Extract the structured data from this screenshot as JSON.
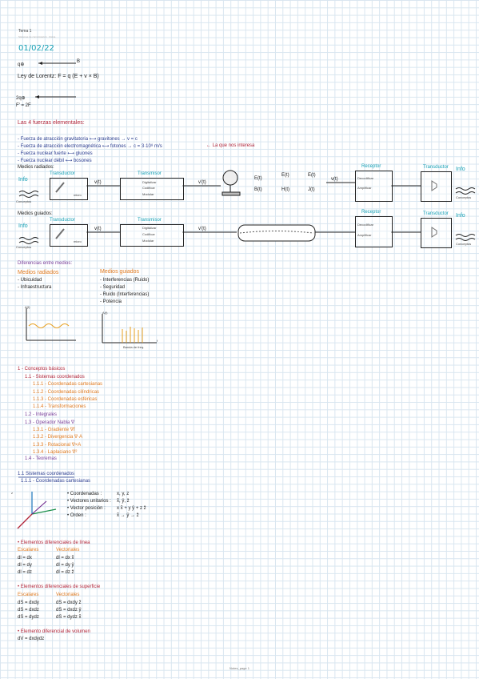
{
  "header": {
    "title": "Tema 1",
    "subtitle": "Sistemas de comunicación · Física"
  },
  "date": "01/02/22",
  "lorentz": {
    "q1": "q⊕",
    "arrow_label": "B",
    "law": "Ley de Lorentz:  F = q (E + v × B)",
    "q2": "2q⊕",
    "f2": "F' = 2F"
  },
  "forces": {
    "title": "Las 4 fuerzas elementales:",
    "items": [
      "- Fuerza de atracción gravitatoria ⟷ gravitones → v = c",
      "- Fuerza de atracción electromagnética ⟷ fotones → c = 3·10⁸ m/s",
      "- Fuerza nuclear fuerte ⟷ gluones",
      "- Fuerza nuclear débil ⟷ bosones"
    ],
    "note": "← La que nos interesa"
  },
  "diagram1": {
    "label": "Medios radiados:",
    "info": "Info",
    "info_sub": "Conceptos",
    "transducer": "Transductor",
    "micro": "micro",
    "signal1": "v(t)",
    "transmitter": "Transmisor",
    "tx_lines": [
      "Digitalizar",
      "Codificar",
      "Modular"
    ],
    "signal2": "v'(t)",
    "vec_a": [
      "E(t)",
      "B(t)"
    ],
    "vec_b": [
      "E(t)",
      "H(t)"
    ],
    "vec_c": [
      "E(t)",
      "J(t)"
    ],
    "signal3": "v(t)",
    "receiver": "Receptor",
    "rx_lines": [
      "Decodificar",
      "Amplificar"
    ],
    "transducer2": "Transductor",
    "info2": "Info",
    "info2_sub": "Conceptos"
  },
  "diagram2": {
    "label": "Medios guiados:",
    "info": "Info",
    "info_sub": "Conceptos",
    "transducer": "Transductor",
    "micro": "micro",
    "signal1": "v(t)",
    "transmitter": "Transmisor",
    "tx_lines": [
      "Digitalizar",
      "Codificar",
      "Modular"
    ],
    "signal2": "v'(t)",
    "receiver": "Receptor",
    "rx_lines": [
      "Decodificar",
      "Amplificar"
    ],
    "transducer2": "Transductor",
    "info2": "Info",
    "info2_sub": "Conceptos"
  },
  "differences": {
    "title": "Diferencias entre medios:",
    "radiated_title": "Medios radiados",
    "radiated": [
      "- Ubicuidad",
      "- Infraestructura"
    ],
    "guided_title": "Medios guiados",
    "guided": [
      "- Interferencias (Ruido)",
      "- Seguridad",
      "- Ruido (Interferencias)",
      "- Potencia"
    ],
    "axis_a": "A(f)",
    "axis_b": "A(f)",
    "axis_x": "f",
    "band_label": "Banda de freq."
  },
  "toc": {
    "title": "1 - Conceptos básicos",
    "items": [
      {
        "t": "1.1 - Sistemas coordenados",
        "c": "red"
      },
      {
        "t": "1.1.1 - Coordenadas cartesianas",
        "c": "orange"
      },
      {
        "t": "1.1.2 - Coordenadas cilíndricas",
        "c": "orange"
      },
      {
        "t": "1.1.3 - Coordenadas esféricas",
        "c": "orange"
      },
      {
        "t": "1.1.4 - Transformaciones",
        "c": "orange"
      },
      {
        "t": "1.2 - Integrales",
        "c": "purple"
      },
      {
        "t": "1.3 - Operador Nabla ∇",
        "c": "purple"
      },
      {
        "t": "1.3.1 - Gradiente ∇f",
        "c": "orange"
      },
      {
        "t": "1.3.2 - Divergencia ∇·A",
        "c": "orange"
      },
      {
        "t": "1.3.3 - Rotacional ∇×A",
        "c": "orange"
      },
      {
        "t": "1.3.4 - Laplaciano ∇²",
        "c": "orange"
      },
      {
        "t": "1.4 - Teoremas",
        "c": "purple"
      }
    ]
  },
  "section11": {
    "title": "1.1 Sistemas coordenados",
    "sub": "1.1.1 - Coordenadas cartesianas",
    "rows": [
      {
        "k": "• Coordenadas :",
        "v": "x, y, z"
      },
      {
        "k": "• Vectores unitarios :",
        "v": "x̂, ŷ, ẑ"
      },
      {
        "k": "• Vector posición :",
        "v": "x x̂ + y ŷ + z ẑ"
      },
      {
        "k": "• Orden :",
        "v": "x̂ → ŷ → ẑ"
      }
    ]
  },
  "line_el": {
    "title": "• Elementos diferenciales de línea",
    "c1": "Escalares",
    "c2": "Vectoriales",
    "rows": [
      [
        "dl = dx",
        "dl = dx x̂"
      ],
      [
        "dl = dy",
        "dl = dy ŷ"
      ],
      [
        "dl = dz",
        "dl = dz ẑ"
      ]
    ]
  },
  "surf_el": {
    "title": "• Elementos diferenciales de superficie",
    "c1": "Escalares",
    "c2": "Vectoriales",
    "rows": [
      [
        "dS = dxdy",
        "dS = dxdy ẑ"
      ],
      [
        "dS = dxdz",
        "dS = dxdz ŷ"
      ],
      [
        "dS = dydz",
        "dS = dydz x̂"
      ]
    ]
  },
  "vol_el": {
    "title": "• Elemento diferencial de volumen",
    "eq": "dV = dxdydz"
  },
  "footer": "Notes_page 1"
}
